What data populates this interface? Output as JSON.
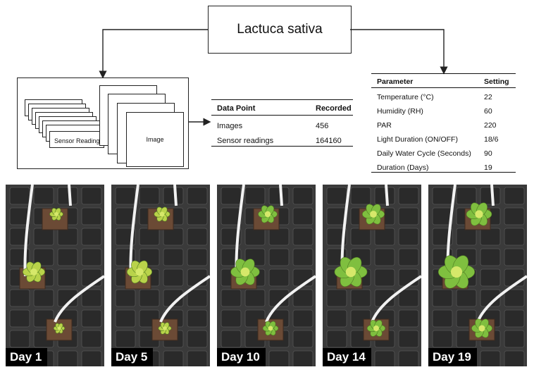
{
  "title": "Lactuca sativa",
  "diagram": {
    "sensor_label": "Sensor Reading",
    "image_label": "Image"
  },
  "data_table": {
    "headers": [
      "Data Point",
      "Recorded"
    ],
    "rows": [
      [
        "Images",
        "456"
      ],
      [
        "Sensor readings",
        "164160"
      ]
    ]
  },
  "param_table": {
    "headers": [
      "Parameter",
      "Setting"
    ],
    "rows": [
      [
        "Temperature (°C)",
        "22"
      ],
      [
        "Humidity (RH)",
        "60"
      ],
      [
        "PAR",
        "220"
      ],
      [
        "Light Duration (ON/OFF)",
        "18/6"
      ],
      [
        "Daily Water Cycle (Seconds)",
        "90"
      ],
      [
        "Duration (Days)",
        "19"
      ]
    ]
  },
  "photos": [
    {
      "label": "Day 1",
      "growth": 0.25
    },
    {
      "label": "Day 5",
      "growth": 0.4
    },
    {
      "label": "Day 10",
      "growth": 0.6
    },
    {
      "label": "Day 14",
      "growth": 0.8
    },
    {
      "label": "Day 19",
      "growth": 1.0
    }
  ],
  "colors": {
    "tray": "#3a3a3a",
    "soil": "#6b4a35",
    "plant_young": "#b9d34a",
    "plant_mature": "#7fbf3f",
    "tube": "#f2f2f2"
  }
}
